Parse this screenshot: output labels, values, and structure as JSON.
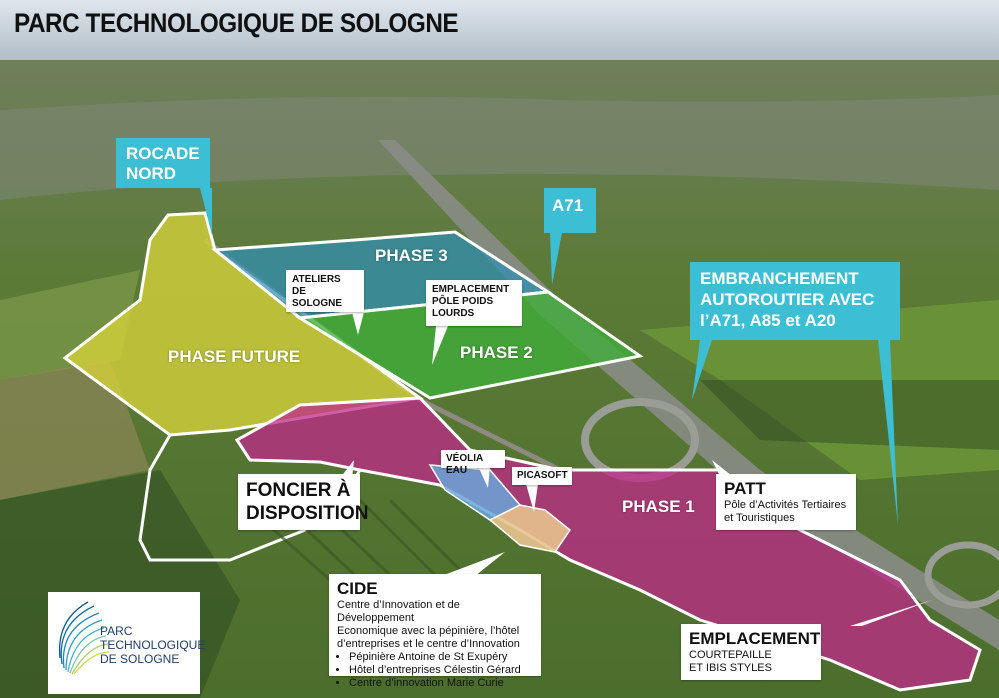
{
  "title": "PARC TECHNOLOGIQUE DE SOLOGNE",
  "zones": {
    "phase_future": "PHASE FUTURE",
    "phase_3": "PHASE 3",
    "phase_2": "PHASE 2",
    "phase_1": "PHASE 1"
  },
  "cyan_labels": {
    "rocade_line1": "ROCADE",
    "rocade_line2": "NORD",
    "a71": "A71",
    "embranchement_line1": "EMBRANCHEMENT",
    "embranchement_line2": "AUTOROUTIER AVEC",
    "embranchement_line3": "l’A71, A85 et A20"
  },
  "callouts": {
    "ateliers_line1": "ATELIERS",
    "ateliers_line2": "DE SOLOGNE",
    "emplacement_poids_line1": "EMPLACEMENT",
    "emplacement_poids_line2": "PÔLE POIDS",
    "emplacement_poids_line3": "LOURDS",
    "veolia": "VÉOLIA EAU",
    "picasoft": "PICASOFT",
    "foncier_line1": "FONCIER À",
    "foncier_line2": "DISPOSITION",
    "patt_title": "PATT",
    "patt_line1": "Pôle d’Activités Tertiaires",
    "patt_line2": "et Touristiques",
    "cide_title": "CIDE",
    "cide_line1": "Centre d’Innovation et de Développement",
    "cide_line2": "Economique avec la pépinière, l’hôtel",
    "cide_line3": "d’entreprises et le centre d’Innovation",
    "cide_bullets": [
      "Pépinière Antoine de St Exupéry",
      "Hôtel d’entreprises Célestin Gérard",
      "Centre d’innovation Marie Curie"
    ],
    "emplacement_title": "EMPLACEMENT",
    "emplacement_line1": "COURTEPAILLE",
    "emplacement_line2": "ET IBIS STYLES"
  },
  "logo": {
    "line1": "PARC",
    "line2": "TECHNOLOGIQUE",
    "line3": "DE SOLOGNE"
  },
  "colors": {
    "phase_future": "#d6d23a",
    "phase_3": "#2f8fb5",
    "phase_2": "#3fae3a",
    "phase_1": "#c0288a",
    "veolia": "#6aa6d8",
    "picasoft": "#e7c38f",
    "cyan": "#3cbfd4"
  }
}
